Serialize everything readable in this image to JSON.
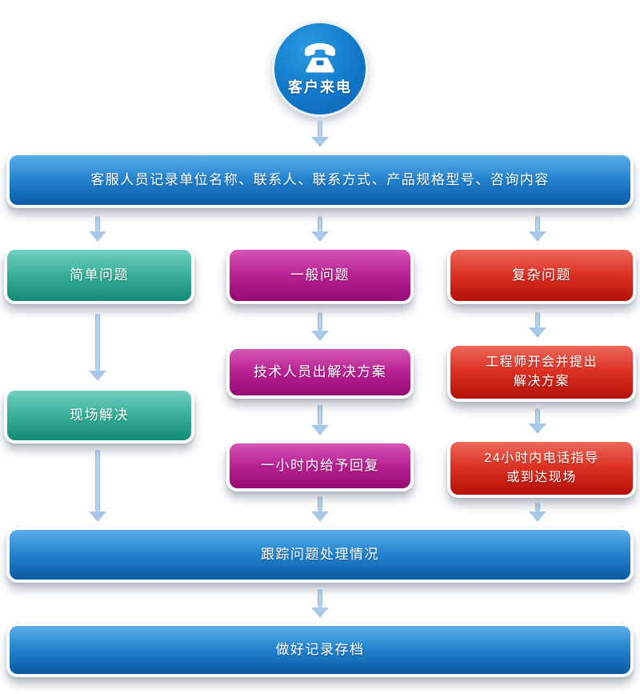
{
  "flow": {
    "start": "客户来电",
    "record": "客服人员记录单位名称、联系人、联系方式、产品规格型号、咨询内容",
    "simple_branch": {
      "title": "简单问题",
      "step1": "现场解决"
    },
    "general_branch": {
      "title": "一般问题",
      "step1": "技术人员出解决方案",
      "step2": "一小时内给予回复"
    },
    "complex_branch": {
      "title": "复杂问题",
      "step1": "工程师开会并提出\n解决方案",
      "step2": "24小时内电话指导\n或到达现场"
    },
    "track": "跟踪问题处理情况",
    "archive": "做好记录存档"
  },
  "icons": {
    "start": "phone-icon",
    "connector": "arrow-down-icon"
  },
  "colors": {
    "blue_top": "#2293e0",
    "blue_bottom": "#0a62b2",
    "teal_top": "#41bfa9",
    "teal_bottom": "#149680",
    "magenta_top": "#c51e9b",
    "magenta_bottom": "#a30b7d",
    "red_top": "#ea3522",
    "red_bottom": "#c41208",
    "circle_top": "#2a9ae2",
    "circle_mid": "#1279c9",
    "circle_bottom": "#0b63b0",
    "arrow": "#a9c8e9",
    "arrow_edge": "#93bbe2",
    "arrow_mid": "#c3dbf2"
  }
}
